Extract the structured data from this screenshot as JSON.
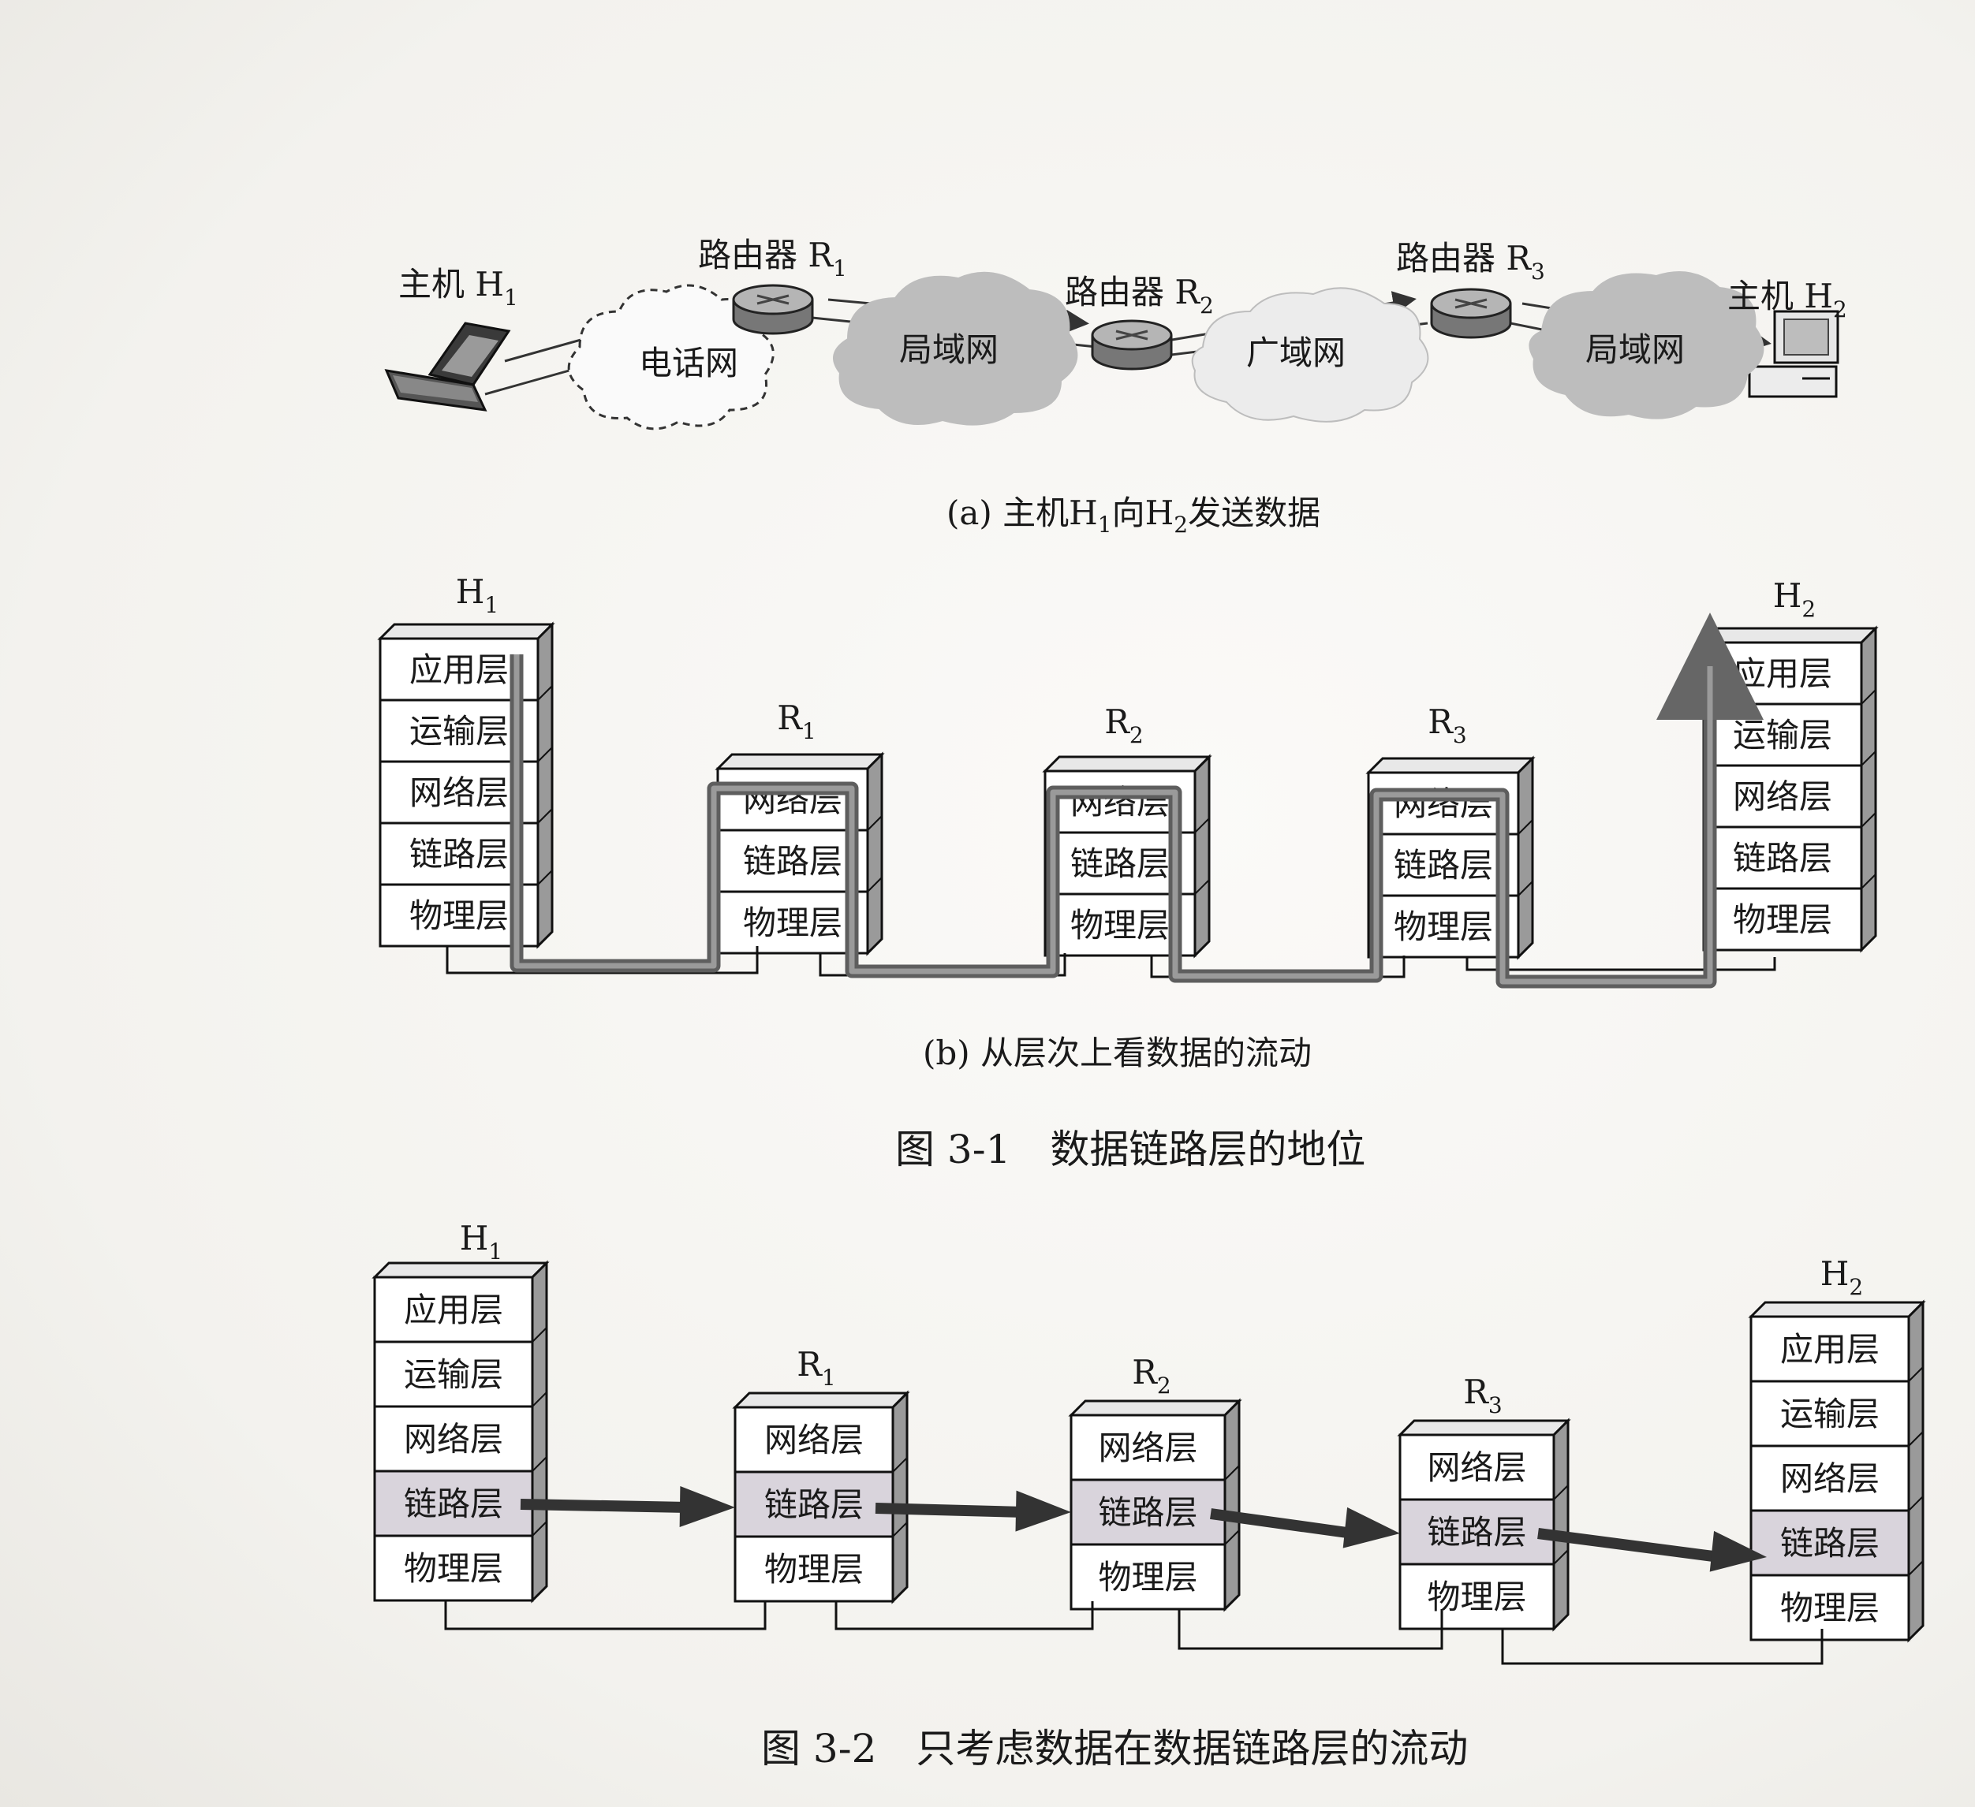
{
  "figure1": {
    "part_a": {
      "host1": {
        "prefix": "主机 H",
        "sub": "1"
      },
      "host2": {
        "prefix": "主机 H",
        "sub": "2"
      },
      "router1": {
        "prefix": "路由器 R",
        "sub": "1"
      },
      "router2": {
        "prefix": "路由器 R",
        "sub": "2"
      },
      "router3": {
        "prefix": "路由器 R",
        "sub": "3"
      },
      "cloud_phone": "电话网",
      "cloud_lan1": "局域网",
      "cloud_wan": "广域网",
      "cloud_lan2": "局域网",
      "caption": {
        "a": "(a) 主机H",
        "s1": "1",
        "b": "向H",
        "s2": "2",
        "c": "发送数据"
      }
    },
    "part_b": {
      "h1": {
        "prefix": "H",
        "sub": "1"
      },
      "r1": {
        "prefix": "R",
        "sub": "1"
      },
      "r2": {
        "prefix": "R",
        "sub": "2"
      },
      "r3": {
        "prefix": "R",
        "sub": "3"
      },
      "h2": {
        "prefix": "H",
        "sub": "2"
      },
      "caption": "(b) 从层次上看数据的流动"
    },
    "title": "图 3-1　数据链路层的地位"
  },
  "figure2": {
    "h1": {
      "prefix": "H",
      "sub": "1"
    },
    "r1": {
      "prefix": "R",
      "sub": "1"
    },
    "r2": {
      "prefix": "R",
      "sub": "2"
    },
    "r3": {
      "prefix": "R",
      "sub": "3"
    },
    "h2": {
      "prefix": "H",
      "sub": "2"
    },
    "title": "图 3-2　只考虑数据在数据链路层的流动"
  },
  "layers": {
    "app": "应用层",
    "transport": "运输层",
    "network": "网络层",
    "link": "链路层",
    "physical": "物理层"
  }
}
